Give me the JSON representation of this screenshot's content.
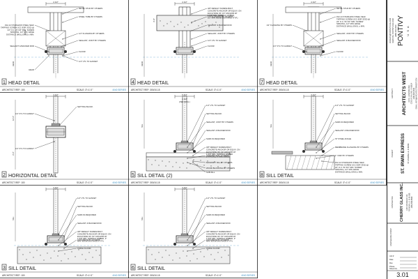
{
  "details": [
    {
      "id": "d1",
      "number": "1",
      "title": "HEAD DETAIL",
      "archref": "ARCHITECT REF: 100",
      "scale": "SCALE: 3\"=1'-0\"",
      "series": "4040 SERIES",
      "dims": [
        "4 1/2\"",
        "12'-0\""
      ],
      "notes": [
        "METAL STUD BY OTHERS",
        "STEEL TUBE BY OTHERS",
        "#12-14 STAINLESS STEEL SELF TAPPING SCREW (ICC-ESR 3332) @ 24\" O.C. W/ 3/4\" MIN. SCREW SPACING, 1/2\" MIN. EDGE DISTANCE (MULLIONS) ± MIN. METAL STUD",
        "1/2\" FLASHING BY OTHERS",
        "SEALANT, JOINT BY OTHERS",
        "SEALANT & BACKER ROD",
        "FLOOR",
        "1/4\" VTL TO GASKET",
        "HEAD"
      ]
    },
    {
      "id": "d4",
      "number": "4",
      "title": "HEAD DETAIL",
      "archref": "ARCHITECT REF: 300/10-15",
      "scale": "SCALE: 3\"=1'-0\"",
      "series": "4040 SERIES",
      "dims": [
        "4 1/2\"",
        "3'-0\""
      ],
      "notes": [
        "3/8\" DEWALT SCREW-BOLT CONCRETE ANCHOR OR EQUIV. ON EACH SIDE OF 1/4\" ANCHOR W/ 1-5/8\" MIN. NOMINAL EMBED, 1/2\" MIN. EDGE DISTANCE (TYP.)",
        "1/2\" FLASHING BY OTHERS",
        "SEALANT & BACKER ROD",
        "SEALANT, JOINT BY OTHERS",
        "1/4\" VTL TO GASKET",
        "FLOOR"
      ]
    },
    {
      "id": "d7",
      "number": "7",
      "title": "HEAD DETAIL",
      "archref": "ARCHITECT REF: 300/10-15",
      "scale": "SCALE: 3\"=1'-0\"",
      "series": "4040 SERIES",
      "dims": [
        "4 1/2\""
      ],
      "notes": [
        "METAL STUD BY OTHERS",
        "#12-14 STAINLESS STEEL SELF TAPPING SCREW (ICC-ESR 3332) @ 24\" O.C. W/ 3/4\" MIN. SCREW SPACING, 1/2\" MIN. EDGE DISTANCE (MULLIONS), ± MIN. METAL STUD",
        "1/2\" FLASHING BY OTHERS",
        "SEALANT, JOINT BY OTHERS",
        "SEALANT & BACKER ROD",
        "1/4\" VTL TO GASKET",
        "FLOOR"
      ]
    },
    {
      "id": "d2",
      "number": "2",
      "title": "HORIZONTAL DETAIL",
      "archref": "ARCHITECT REF: 100",
      "scale": "SCALE: 3\"=1'-0\"",
      "series": "4040 SERIES",
      "dims": [
        "4 1/2\""
      ],
      "notes": [
        "SETTING BLOCK",
        "1/4\" VTL TO GASKET",
        "1/4\" VTL TO GASKET"
      ]
    },
    {
      "id": "d5",
      "number": "5",
      "title": "SILL DETAIL (2)",
      "archref": "ARCHITECT REF: 300/10-15",
      "scale": "SCALE: 3\"=1'-0\"",
      "series": "4040 SERIES",
      "dims": [
        "6 3/4\"",
        "(PER ARCH.)",
        "4 1/2\""
      ],
      "notes": [
        "1/4\" VTL TO GASKET",
        "SETTING BLOCK",
        "SEALANT, JOINT BY OTHERS",
        "SEALANT & BACKER ROD",
        "SHIM AS REQUIRED",
        "3/8\" DEWALT SCREW-BOLT CONCRETE ANCHOR OR EQUIV. ON EACH SIDE OF 1/4\" ANCHOR W/ 1-5/8\" MIN. NOMINAL EMBED (TYPICAL), 3\" MIN. EDGE DISTANCE",
        "CONCRETE BY OTHERS",
        "MASONRY SILL BY OTHERS",
        "WOOD BLOCKING BY OTHERS",
        "SUB-SILL"
      ]
    },
    {
      "id": "d8",
      "number": "8",
      "title": "SILL DETAIL",
      "archref": "ARCHITECT REF: 300/10-15",
      "scale": "SCALE: 3\"=1'-0\"",
      "series": "4040 SERIES",
      "dims": [
        "4 1/2\""
      ],
      "notes": [
        "1/4\" VTL TO GASKET",
        "SETTING BLOCK",
        "SHIM AS REQUIRED",
        "SEALANT & BACKER ROD",
        "ST STEEL ANGLE",
        "MEMBRANE FLASHING BY OTHERS",
        "1\" GWF BY OTHERS",
        "#12-14 STAINLESS STEEL SELF TAPPING SCREW (ICC-ESR 3332) @ 24\" O.C. W/ 3/4\" MIN. SCREW SPACING, 1/2\" MIN. EDGE DISTANCE (MULLIONS) ± MIN. METAL STUD"
      ]
    },
    {
      "id": "d3",
      "number": "3",
      "title": "SILL DETAIL",
      "archref": "ARCHITECT REF: 100",
      "scale": "SCALE: 3\"=1'-0\"",
      "series": "4040 SERIES",
      "dims": [
        "4 1/2\""
      ],
      "notes": [
        "1/4\" VTL TO GASKET",
        "SETTING BLOCK",
        "SHIM AS REQUIRED",
        "SEALANT & BACKER ROD",
        "3/8\" DEWALT SCREW-BOLT CONCRETE ANCHOR OR EQUIV. ON EACH SIDE OF 1/4\" ANCHOR W/ 1-5/8\" MIN. NOMINAL EMBED, 3\" MIN. EDGE DISTANCE (TYP.)",
        "CONCRETE BY OTHERS",
        "FINISH FLOOR"
      ]
    },
    {
      "id": "d6",
      "number": "6",
      "title": "SILL DETAIL",
      "archref": "ARCHITECT REF: 300/10-15",
      "scale": "SCALE: 3\"=1'-0\"",
      "series": "4040 SERIES",
      "dims": [
        "4 1/2\""
      ],
      "notes": [
        "1/4\" VTL TO GASKET",
        "SETTING BLOCK",
        "SHIM AS REQUIRED",
        "SEALANT & BACKER ROD",
        "3/8\" DEWALT SCREW-BOLT CONCRETE ANCHOR OR EQUIV. ON EACH SIDE OF 1/4\" ANCHOR W/ 1-5/8\" MIN. NOMINAL EMBED, 3\" MIN. EDGE DISTANCE (TYP.)",
        "CONCRETE BY OTHERS",
        "FINISH FLOOR"
      ]
    }
  ],
  "titleblock": {
    "brand": "PONTIVY",
    "brand_sub": "U S A",
    "brand_lines": [
      "ORDERS@PONTIVYUSA.COM",
      "WEBSITE: PONTIVYUSA.COM",
      "(888) 000-0000"
    ],
    "architect": "ARCHITECTS WEST",
    "architect_lines": [
      "210 E. LAKESIDE AVE.",
      "COEUR D'ALENE, ID 83814",
      "(208) 667-9402",
      "EMAIL: INFO@ARCHITECTSWEST.COM"
    ],
    "project": "ST. IRWIN EXPRESS",
    "project_lines": [
      "ST. ANNABELLA, ID 86764"
    ],
    "contractor": "CHERRY GLASS INC.",
    "contractor_lines": [
      "1234 FANDRACK RD.",
      "FORKSVILLE, ID 83 000",
      "(555) 555-5555"
    ],
    "engineering_stamp": "ENGINEERING STAMP",
    "fields": [
      "Job #",
      "Date",
      "Rev.",
      "Phase"
    ],
    "sheet_no_label": "Sheet No.",
    "sheet_no": "3.01"
  },
  "colors": {
    "line": "#1a1a1a",
    "series": "#3a8fc4",
    "hatch": "#555555"
  }
}
